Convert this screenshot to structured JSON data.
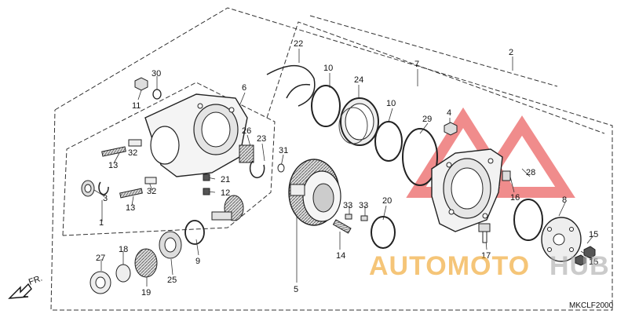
{
  "diagram": {
    "part_numbers": [
      "1",
      "2",
      "3",
      "4",
      "5",
      "6",
      "7",
      "8",
      "9",
      "10",
      "10",
      "11",
      "12",
      "13",
      "13",
      "14",
      "15",
      "15",
      "16",
      "17",
      "18",
      "19",
      "20",
      "21",
      "22",
      "23",
      "24",
      "25",
      "26",
      "27",
      "28",
      "29",
      "30",
      "31",
      "32",
      "32",
      "33",
      "33"
    ],
    "direction_label": "FR.",
    "diagram_code": "MKCLF2000"
  },
  "watermark": {
    "text_a": "AUTOMOTO",
    "text_b": "HUB",
    "color_orange": "#f0a020",
    "color_gray": "#a9a9a9",
    "color_red": "#e53030"
  }
}
